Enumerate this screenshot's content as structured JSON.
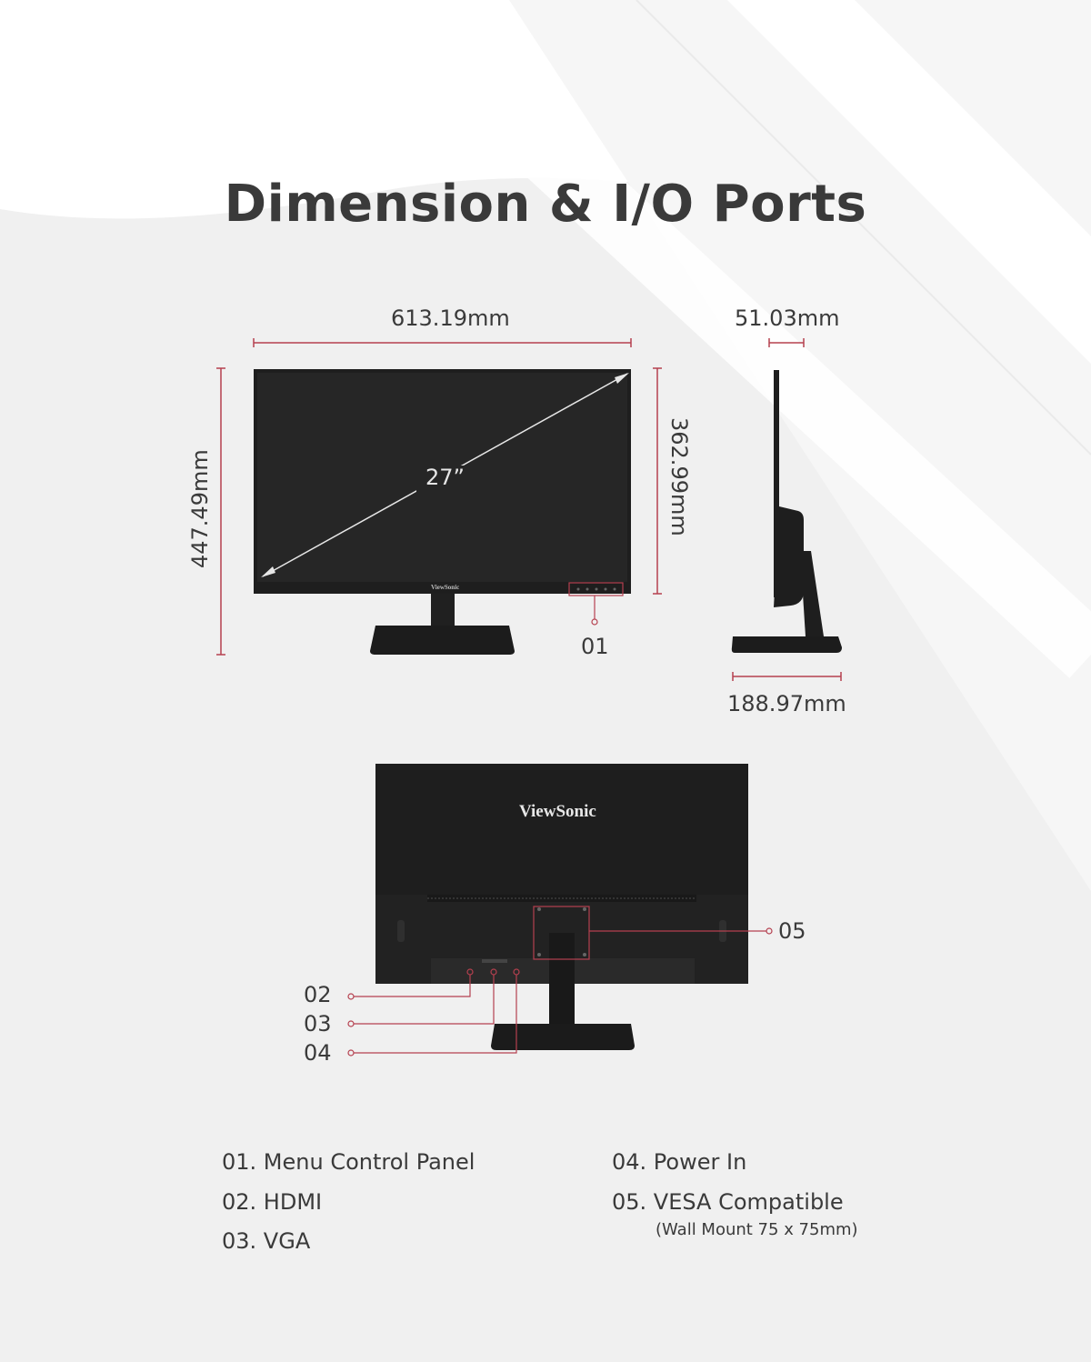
{
  "title": "Dimension & I/O Ports",
  "dimensions": {
    "width": "613.19mm",
    "depth_top": "51.03mm",
    "height_total": "447.49mm",
    "height_screen": "362.99mm",
    "base_depth": "188.97mm",
    "diagonal": "27”"
  },
  "brand": {
    "front_logo": "ViewSonic",
    "back_logo": "ViewSonic"
  },
  "callouts": {
    "c01": "01",
    "c02": "02",
    "c03": "03",
    "c04": "04",
    "c05": "05"
  },
  "legend": {
    "item01": "01. Menu Control Panel",
    "item02": "02. HDMI",
    "item03": "03. VGA",
    "item04": "04. Power In",
    "item05": "05. VESA Compatible",
    "item05_sub": "(Wall Mount 75 x 75mm)"
  },
  "colors": {
    "accent": "#b5404f",
    "background": "#f3f3f3",
    "monitor": "#1e1e1e"
  }
}
